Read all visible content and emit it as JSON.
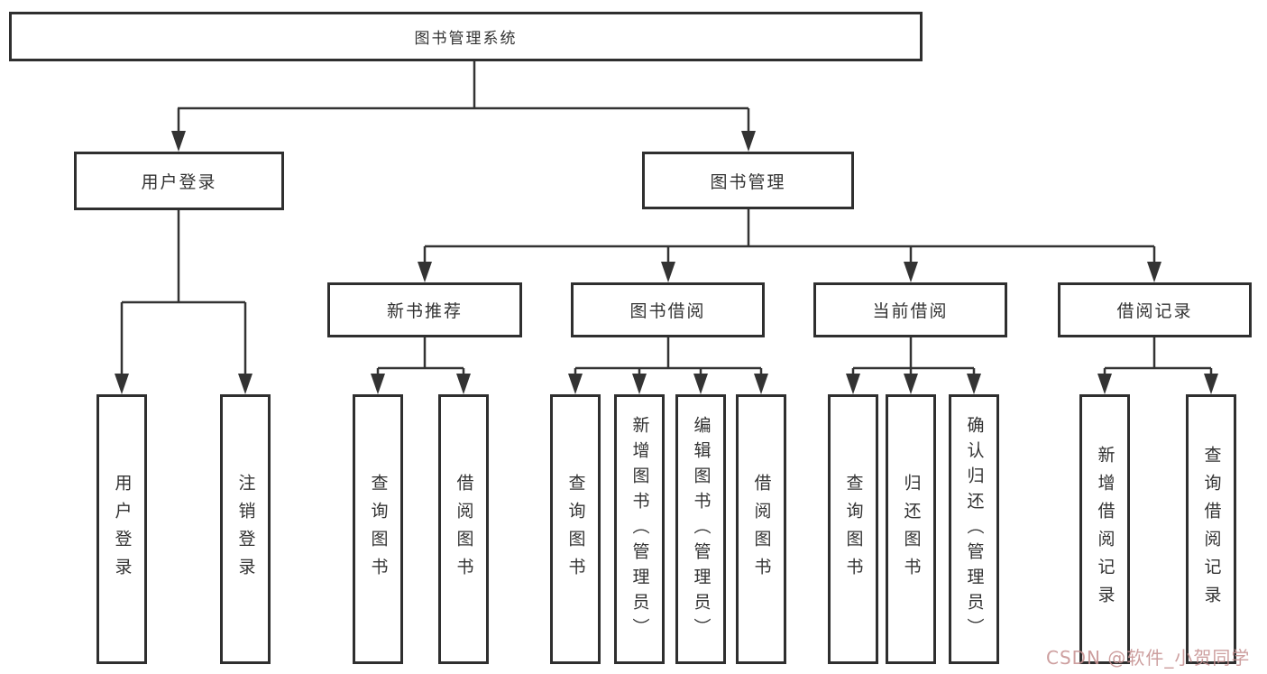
{
  "tree": {
    "root": {
      "label": "图书管理系统"
    },
    "level1": [
      {
        "label": "用户登录",
        "children": [
          "用户登录",
          "注销登录"
        ]
      },
      {
        "label": "图书管理"
      }
    ],
    "level2": [
      {
        "label": "新书推荐",
        "children": [
          "查询图书",
          "借阅图书"
        ]
      },
      {
        "label": "图书借阅",
        "children": [
          "查询图书",
          "新增图书（管理员）",
          "编辑图书（管理员）",
          "借阅图书"
        ]
      },
      {
        "label": "当前借阅",
        "children": [
          "查询图书",
          "归还图书",
          "确认归还（管理员）"
        ]
      },
      {
        "label": "借阅记录",
        "children": [
          "新增借阅记录",
          "查询借阅记录"
        ]
      }
    ]
  },
  "watermark": {
    "text": "CSDN @软件_小贺同学",
    "color": "#c69292"
  },
  "colors": {
    "line": "#333333",
    "border": "#2f2f2f",
    "text": "#333333",
    "background": "#ffffff"
  }
}
